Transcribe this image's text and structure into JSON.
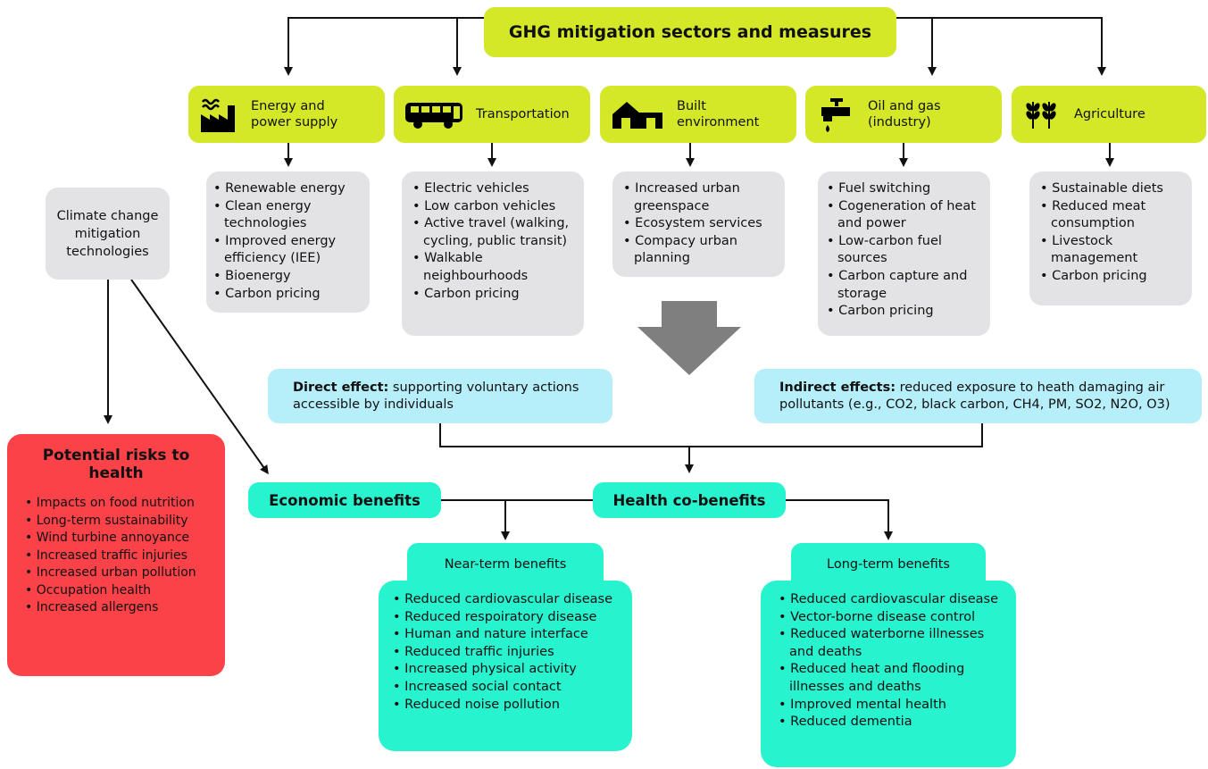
{
  "title": "GHG mitigation sectors and measures",
  "sectors": [
    {
      "label_1": "Energy and",
      "label_2": "power supply",
      "icon": "factory-icon",
      "items": [
        "Renewable energy",
        "Clean energy technologies",
        "Improved energy efficiency (IEE)",
        "Bioenergy",
        "Carbon pricing"
      ]
    },
    {
      "label_1": "Transportation",
      "label_2": "",
      "icon": "bus-icon",
      "items": [
        "Electric vehicles",
        "Low carbon vehicles",
        "Active travel (walking, cycling, public transit)",
        "Walkable neighbourhoods",
        "Carbon pricing"
      ]
    },
    {
      "label_1": "Built",
      "label_2": "environment",
      "icon": "house-icon",
      "items": [
        "Increased urban greenspace",
        "Ecosystem services",
        "Compacy urban planning"
      ]
    },
    {
      "label_1": "Oil and gas",
      "label_2": "(industry)",
      "icon": "tap-icon",
      "items": [
        "Fuel switching",
        "Cogeneration of heat and power",
        "Low-carbon fuel sources",
        "Carbon capture and storage",
        "Carbon pricing"
      ]
    },
    {
      "label_1": "Agriculture",
      "label_2": "",
      "icon": "wheat-icon",
      "items": [
        "Sustainable diets",
        "Reduced meat consumption",
        "Livestock management",
        "Carbon pricing"
      ]
    }
  ],
  "tech": {
    "label": "Climate change mitigation technologies"
  },
  "direct": {
    "label": "Direct effect:",
    "text": "supporting voluntary actions accessible by individuals"
  },
  "indirect": {
    "label": "Indirect effects:",
    "text": "reduced exposure to heath damaging air pollutants (e.g., CO2, black carbon, CH4, PM, SO2, N2O, O3)"
  },
  "risks": {
    "title": "Potential risks to health",
    "items": [
      "Impacts on food nutrition",
      "Long-term sustainability",
      "Wind turbine annoyance",
      "Increased traffic injuries",
      "Increased urban pollution",
      "Occupation health",
      "Increased allergens"
    ]
  },
  "economic": "Economic benefits",
  "health": "Health co-benefits",
  "near": {
    "title": "Near-term benefits",
    "items": [
      "Reduced cardiovascular disease",
      "Reduced respoiratory disease",
      "Human and nature interface",
      "Reduced traffic injuries",
      "Increased physical activity",
      "Increased social contact",
      "Reduced noise pollution"
    ]
  },
  "long": {
    "title": "Long-term benefits",
    "items": [
      "Reduced cardiovascular disease",
      "Vector-borne disease control",
      "Reduced waterborne illnesses and deaths",
      "Reduced heat and flooding illnesses and deaths",
      "Improved mental health",
      "Reduced dementia"
    ]
  },
  "colors": {
    "lime": "#d4e827",
    "grey": "#e3e3e5",
    "cyan": "#b6eefa",
    "teal": "#27f3cf",
    "red": "#fc4249",
    "arrow": "#7f7f7f"
  }
}
